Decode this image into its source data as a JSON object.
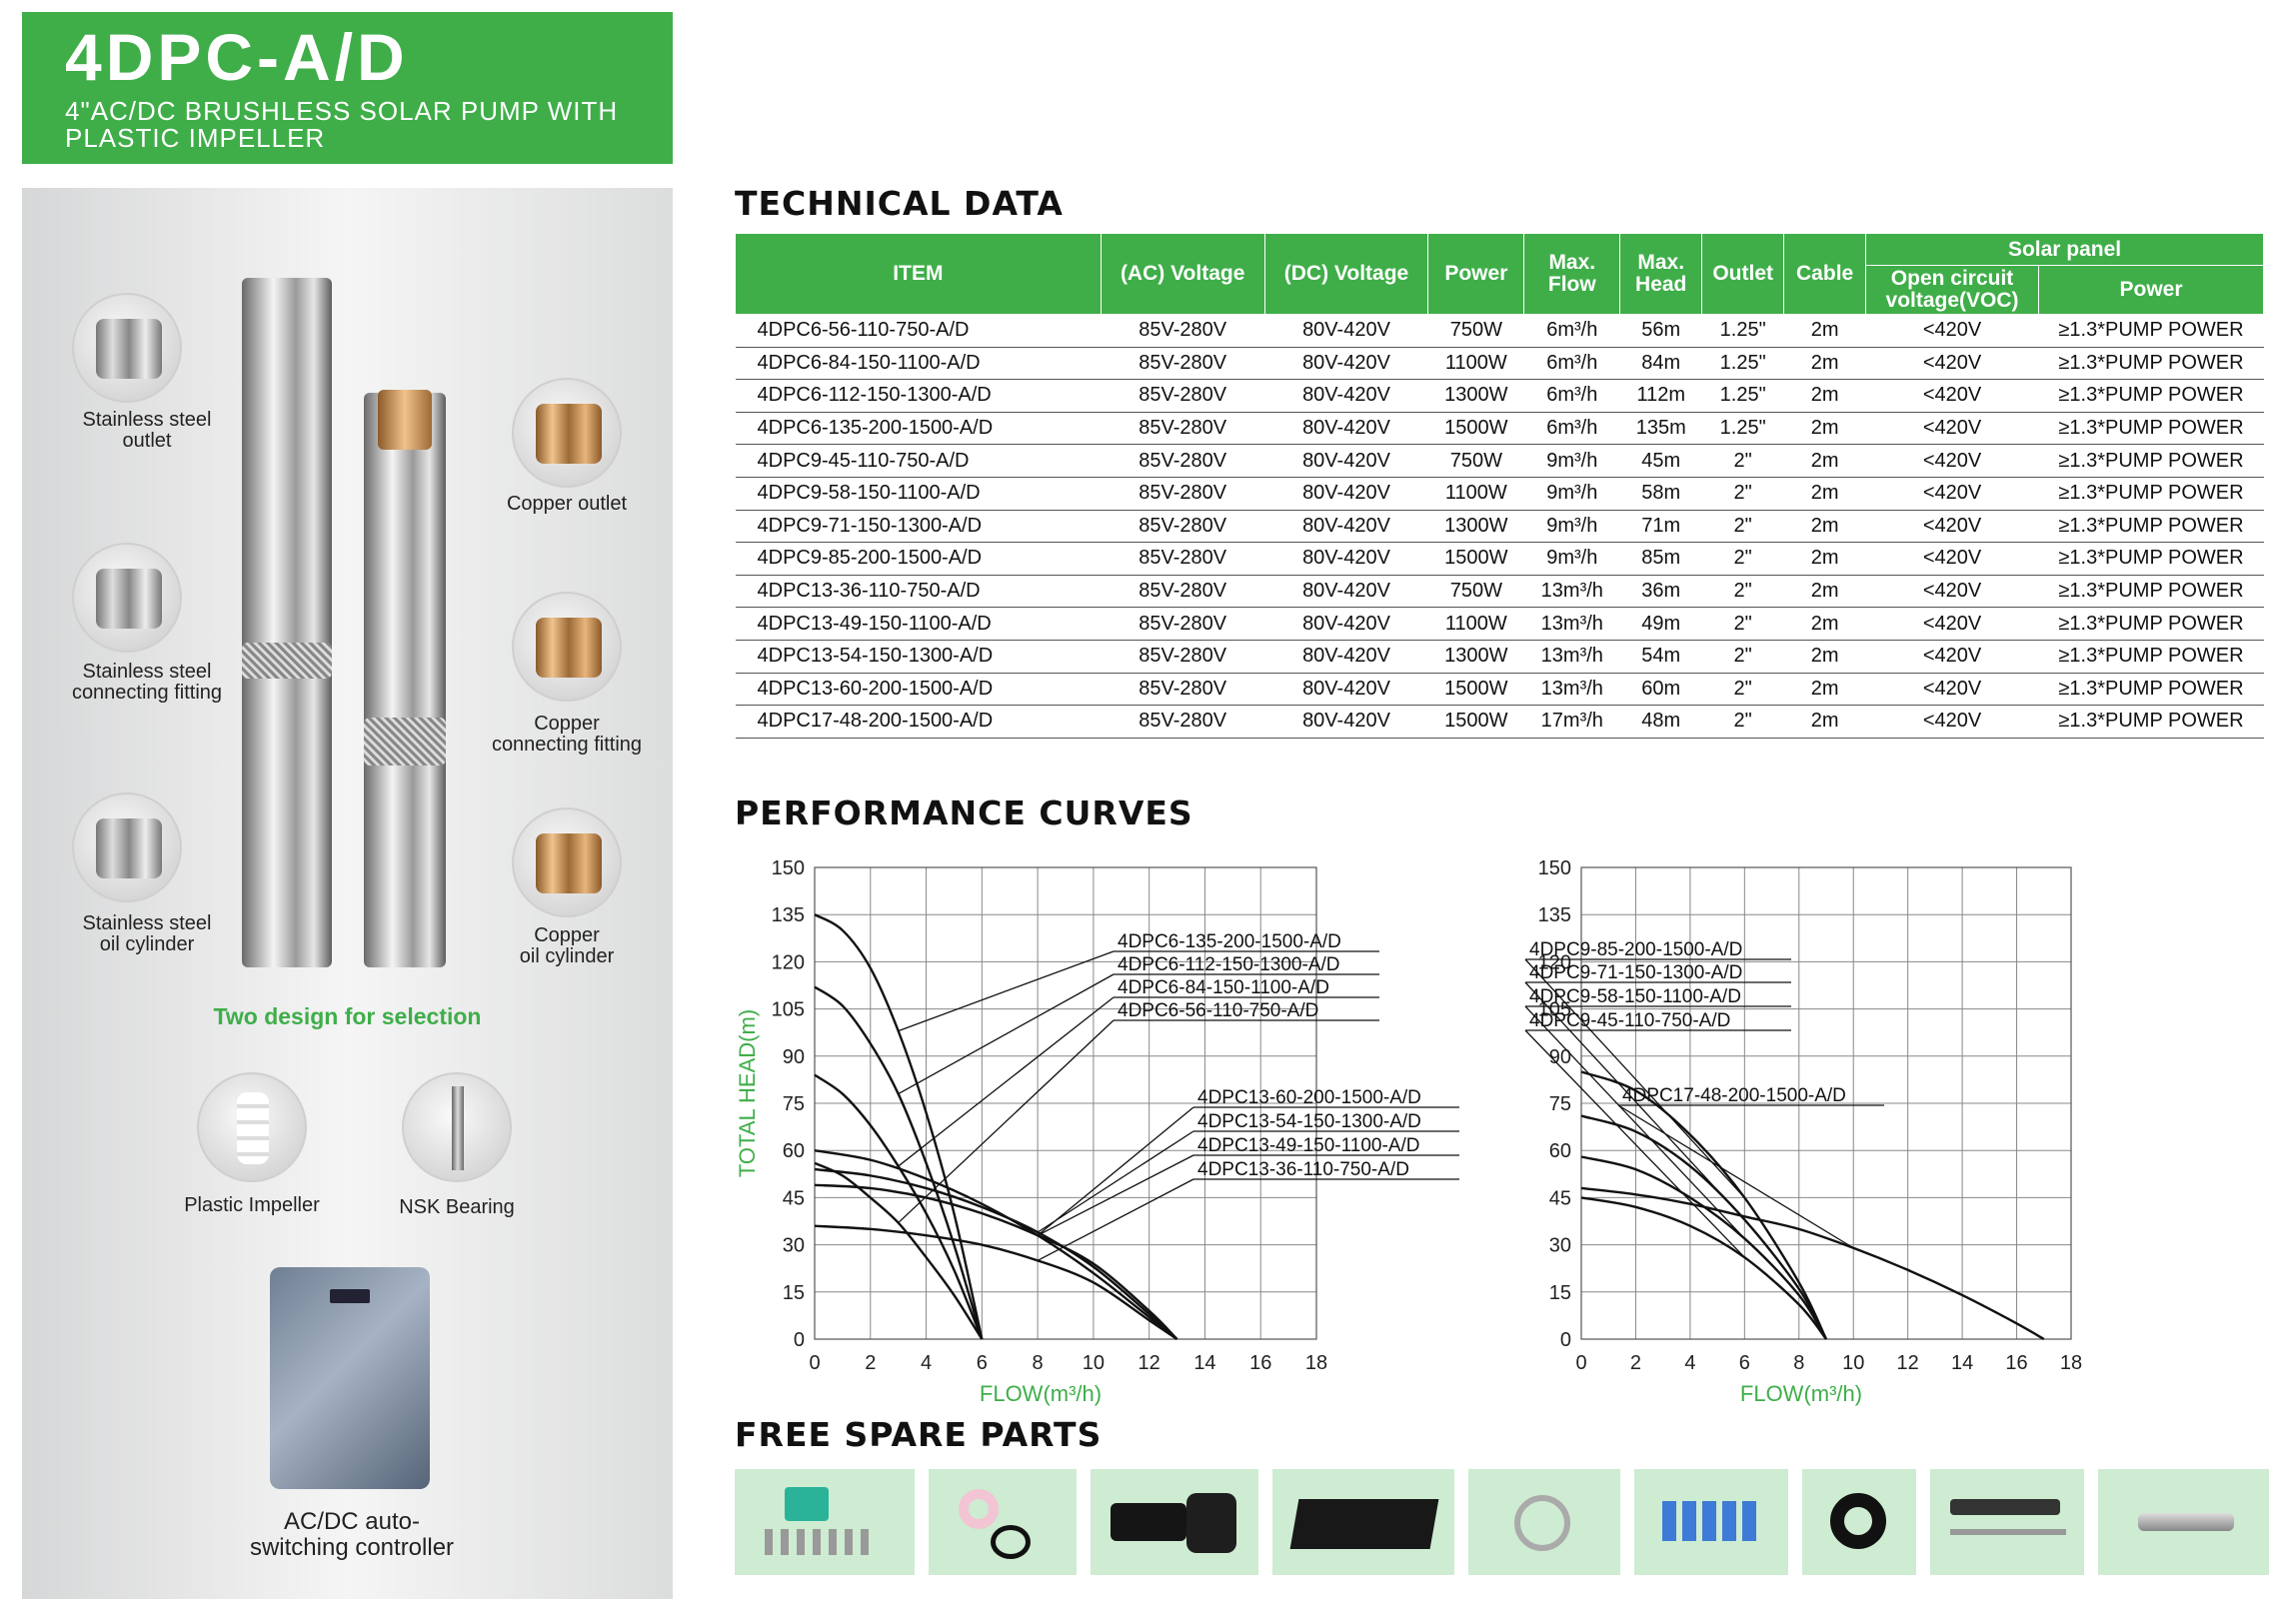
{
  "banner": {
    "model": "4DPC-A/D",
    "subtitle_line1": "4\"AC/DC BRUSHLESS SOLAR PUMP WITH",
    "subtitle_line2": "PLASTIC IMPELLER"
  },
  "left": {
    "parts_left": [
      "Stainless steel outlet",
      "Stainless steel connecting fitting",
      "Stainless steel oil cylinder"
    ],
    "parts_left_lines": [
      [
        "Stainless steel",
        "outlet"
      ],
      [
        "Stainless steel",
        "connecting fitting"
      ],
      [
        "Stainless steel",
        "oil cylinder"
      ]
    ],
    "parts_right_lines": [
      [
        "Copper outlet"
      ],
      [
        "Copper",
        "connecting fitting"
      ],
      [
        "Copper",
        "oil cylinder"
      ]
    ],
    "selection": "Two design for selection",
    "impeller": "Plastic Impeller",
    "bearing": "NSK Bearing",
    "controller_line1": "AC/DC auto-",
    "controller_line2": "switching controller",
    "colors": {
      "accent": "#3fae49"
    }
  },
  "tech": {
    "title": "TECHNICAL DATA",
    "headers": {
      "item": "ITEM",
      "ac": "(AC) Voltage",
      "dc": "(DC) Voltage",
      "power": "Power",
      "flow_1": "Max.",
      "flow_2": "Flow",
      "head_1": "Max.",
      "head_2": "Head",
      "outlet": "Outlet",
      "cable": "Cable",
      "solar": "Solar panel",
      "voc_1": "Open circuit",
      "voc_2": "voltage(VOC)",
      "solar_power": "Power"
    },
    "rows": [
      [
        "4DPC6-56-110-750-A/D",
        "85V-280V",
        "80V-420V",
        "750W",
        "6m³/h",
        "56m",
        "1.25\"",
        "2m",
        "<420V",
        "≥1.3*PUMP POWER"
      ],
      [
        "4DPC6-84-150-1100-A/D",
        "85V-280V",
        "80V-420V",
        "1100W",
        "6m³/h",
        "84m",
        "1.25\"",
        "2m",
        "<420V",
        "≥1.3*PUMP POWER"
      ],
      [
        "4DPC6-112-150-1300-A/D",
        "85V-280V",
        "80V-420V",
        "1300W",
        "6m³/h",
        "112m",
        "1.25\"",
        "2m",
        "<420V",
        "≥1.3*PUMP POWER"
      ],
      [
        "4DPC6-135-200-1500-A/D",
        "85V-280V",
        "80V-420V",
        "1500W",
        "6m³/h",
        "135m",
        "1.25\"",
        "2m",
        "<420V",
        "≥1.3*PUMP POWER"
      ],
      [
        "4DPC9-45-110-750-A/D",
        "85V-280V",
        "80V-420V",
        "750W",
        "9m³/h",
        "45m",
        "2\"",
        "2m",
        "<420V",
        "≥1.3*PUMP POWER"
      ],
      [
        "4DPC9-58-150-1100-A/D",
        "85V-280V",
        "80V-420V",
        "1100W",
        "9m³/h",
        "58m",
        "2\"",
        "2m",
        "<420V",
        "≥1.3*PUMP POWER"
      ],
      [
        "4DPC9-71-150-1300-A/D",
        "85V-280V",
        "80V-420V",
        "1300W",
        "9m³/h",
        "71m",
        "2\"",
        "2m",
        "<420V",
        "≥1.3*PUMP POWER"
      ],
      [
        "4DPC9-85-200-1500-A/D",
        "85V-280V",
        "80V-420V",
        "1500W",
        "9m³/h",
        "85m",
        "2\"",
        "2m",
        "<420V",
        "≥1.3*PUMP POWER"
      ],
      [
        "4DPC13-36-110-750-A/D",
        "85V-280V",
        "80V-420V",
        "750W",
        "13m³/h",
        "36m",
        "2\"",
        "2m",
        "<420V",
        "≥1.3*PUMP POWER"
      ],
      [
        "4DPC13-49-150-1100-A/D",
        "85V-280V",
        "80V-420V",
        "1100W",
        "13m³/h",
        "49m",
        "2\"",
        "2m",
        "<420V",
        "≥1.3*PUMP POWER"
      ],
      [
        "4DPC13-54-150-1300-A/D",
        "85V-280V",
        "80V-420V",
        "1300W",
        "13m³/h",
        "54m",
        "2\"",
        "2m",
        "<420V",
        "≥1.3*PUMP POWER"
      ],
      [
        "4DPC13-60-200-1500-A/D",
        "85V-280V",
        "80V-420V",
        "1500W",
        "13m³/h",
        "60m",
        "2\"",
        "2m",
        "<420V",
        "≥1.3*PUMP POWER"
      ],
      [
        "4DPC17-48-200-1500-A/D",
        "85V-280V",
        "80V-420V",
        "1500W",
        "17m³/h",
        "48m",
        "2\"",
        "2m",
        "<420V",
        "≥1.3*PUMP POWER"
      ]
    ]
  },
  "performance_title": "PERFORMANCE CURVES",
  "spare_title": "FREE SPARE PARTS",
  "chart_data": [
    {
      "type": "line",
      "xlabel": "FLOW(m³/h)",
      "ylabel": "TOTAL HEAD(m)",
      "xlim": [
        0,
        18
      ],
      "ylim": [
        0,
        150
      ],
      "xticks": [
        0,
        2,
        4,
        6,
        8,
        10,
        12,
        14,
        16,
        18
      ],
      "yticks": [
        0,
        15,
        30,
        45,
        60,
        75,
        90,
        105,
        120,
        135,
        150
      ],
      "grid": true,
      "series": [
        {
          "name": "4DPC6-135-200-1500-A/D",
          "x": [
            0,
            1,
            2,
            3,
            4,
            5,
            6
          ],
          "y": [
            135,
            130,
            118,
            98,
            72,
            40,
            0
          ]
        },
        {
          "name": "4DPC6-112-150-1300-A/D",
          "x": [
            0,
            1,
            2,
            3,
            4,
            5,
            6
          ],
          "y": [
            112,
            106,
            94,
            78,
            56,
            30,
            0
          ]
        },
        {
          "name": "4DPC6-84-150-1100-A/D",
          "x": [
            0,
            1,
            2,
            3,
            4,
            5,
            6
          ],
          "y": [
            84,
            78,
            68,
            55,
            40,
            22,
            0
          ]
        },
        {
          "name": "4DPC6-56-110-750-A/D",
          "x": [
            0,
            1,
            2,
            3,
            4,
            5,
            6
          ],
          "y": [
            56,
            52,
            45,
            37,
            26,
            14,
            0
          ]
        },
        {
          "name": "4DPC13-60-200-1500-A/D",
          "x": [
            0,
            2,
            4,
            6,
            8,
            10,
            12,
            13
          ],
          "y": [
            60,
            57,
            51,
            43,
            33,
            21,
            7,
            0
          ]
        },
        {
          "name": "4DPC13-54-150-1300-A/D",
          "x": [
            0,
            2,
            4,
            6,
            8,
            10,
            12,
            13
          ],
          "y": [
            54,
            52,
            48,
            42,
            34,
            23,
            8,
            0
          ]
        },
        {
          "name": "4DPC13-49-150-1100-A/D",
          "x": [
            0,
            2,
            4,
            6,
            8,
            10,
            12,
            13
          ],
          "y": [
            49,
            48,
            45,
            40,
            33,
            24,
            9,
            0
          ]
        },
        {
          "name": "4DPC13-36-110-750-A/D",
          "x": [
            0,
            2,
            4,
            6,
            8,
            10,
            12,
            13
          ],
          "y": [
            36,
            35,
            33,
            30,
            25,
            18,
            6,
            0
          ]
        }
      ]
    },
    {
      "type": "line",
      "xlabel": "FLOW(m³/h)",
      "ylabel": "",
      "xlim": [
        0,
        18
      ],
      "ylim": [
        0,
        150
      ],
      "xticks": [
        0,
        2,
        4,
        6,
        8,
        10,
        12,
        14,
        16,
        18
      ],
      "yticks": [
        0,
        15,
        30,
        45,
        60,
        75,
        90,
        105,
        120,
        135,
        150
      ],
      "grid": true,
      "series": [
        {
          "name": "4DPC9-85-200-1500-A/D",
          "x": [
            0,
            2,
            4,
            6,
            8,
            9
          ],
          "y": [
            85,
            79,
            65,
            45,
            18,
            0
          ]
        },
        {
          "name": "4DPC9-71-150-1300-A/D",
          "x": [
            0,
            2,
            4,
            6,
            8,
            9
          ],
          "y": [
            71,
            66,
            55,
            38,
            16,
            0
          ]
        },
        {
          "name": "4DPC9-58-150-1100-A/D",
          "x": [
            0,
            2,
            4,
            6,
            8,
            9
          ],
          "y": [
            58,
            54,
            45,
            32,
            14,
            0
          ]
        },
        {
          "name": "4DPC9-45-110-750-A/D",
          "x": [
            0,
            2,
            4,
            6,
            8,
            9
          ],
          "y": [
            45,
            42,
            36,
            26,
            11,
            0
          ]
        },
        {
          "name": "4DPC17-48-200-1500-A/D",
          "x": [
            0,
            2,
            4,
            6,
            8,
            10,
            12,
            14,
            16,
            17
          ],
          "y": [
            48,
            46,
            43,
            39,
            35,
            29,
            22,
            14,
            5,
            0
          ]
        }
      ]
    }
  ]
}
